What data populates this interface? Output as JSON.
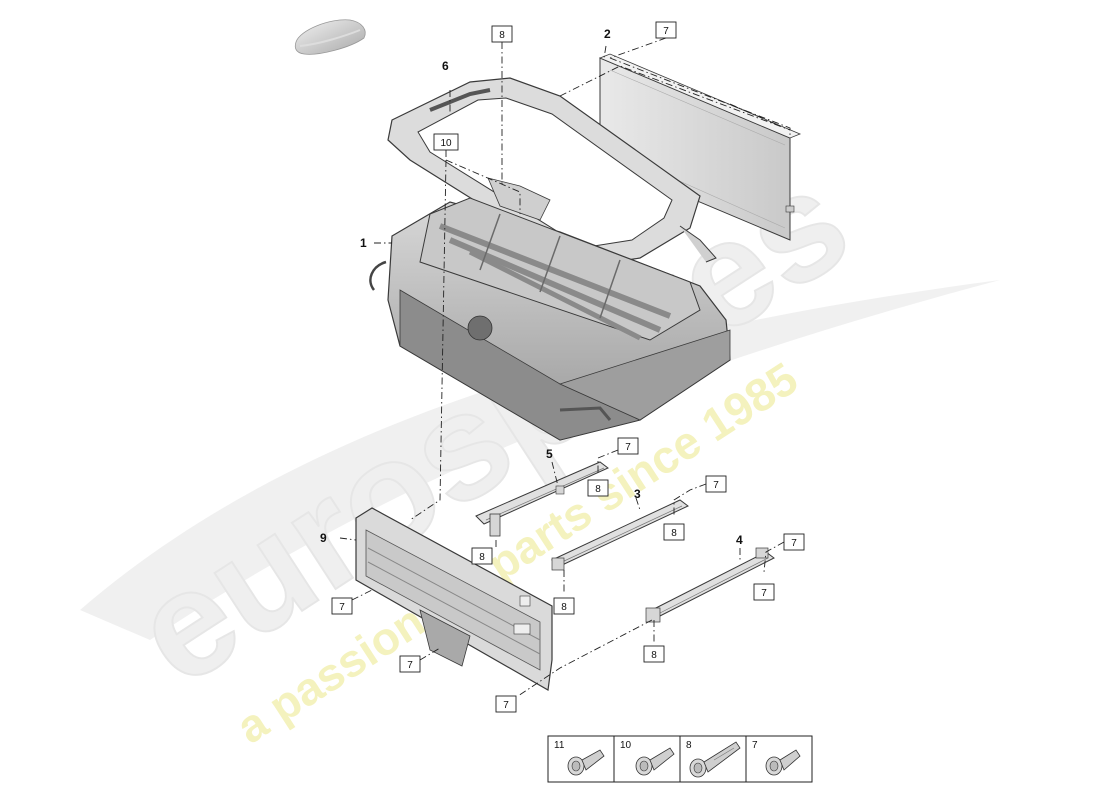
{
  "diagram": {
    "callouts": [
      {
        "id": "1",
        "label": "1"
      },
      {
        "id": "2",
        "label": "2"
      },
      {
        "id": "3",
        "label": "3"
      },
      {
        "id": "4",
        "label": "4"
      },
      {
        "id": "5",
        "label": "5"
      },
      {
        "id": "6",
        "label": "6"
      },
      {
        "id": "9",
        "label": "9"
      }
    ],
    "boxed_refs": [
      "7",
      "8",
      "10",
      "7",
      "8",
      "7",
      "8",
      "7",
      "8",
      "7",
      "8",
      "8",
      "7",
      "7",
      "7",
      "8"
    ],
    "fastener_legend": [
      {
        "label": "11",
        "icon": "flange-bolt-icon"
      },
      {
        "label": "10",
        "icon": "flange-bolt-icon"
      },
      {
        "label": "8",
        "icon": "long-bolt-icon"
      },
      {
        "label": "7",
        "icon": "short-bolt-icon"
      }
    ]
  },
  "watermark": {
    "brand": "eurospares",
    "tagline": "a passion for parts since 1985"
  },
  "colors": {
    "part_fill": "#e3e3e3",
    "part_stroke": "#3a3a3a",
    "battery_fill": "#bdbdbd",
    "watermark_logo": "#ececec",
    "watermark_tagline": "#f3f1b8"
  }
}
